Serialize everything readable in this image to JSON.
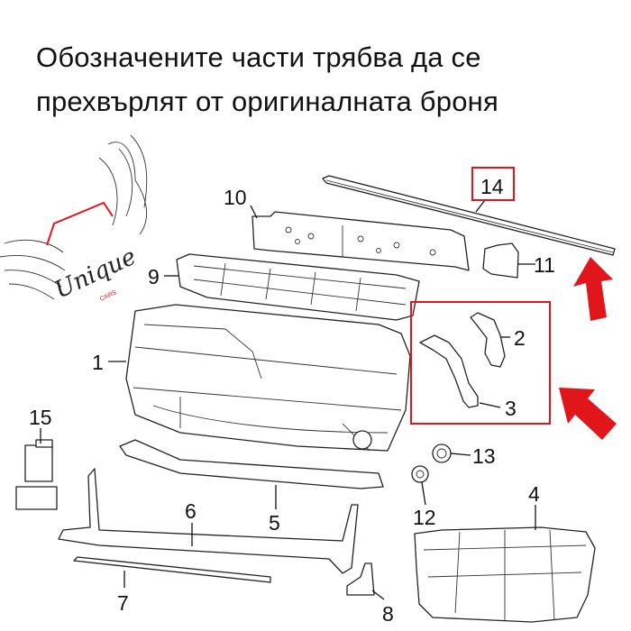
{
  "title": {
    "line1": "Обозначените части трябва да се",
    "line2": "прехвърлят от оригиналната броня"
  },
  "logo": {
    "text": "Unique",
    "subtext": "CARS"
  },
  "callouts": [
    {
      "id": "1",
      "label": "1"
    },
    {
      "id": "2",
      "label": "2"
    },
    {
      "id": "3",
      "label": "3"
    },
    {
      "id": "4",
      "label": "4"
    },
    {
      "id": "5",
      "label": "5"
    },
    {
      "id": "6",
      "label": "6"
    },
    {
      "id": "7",
      "label": "7"
    },
    {
      "id": "8",
      "label": "8"
    },
    {
      "id": "9",
      "label": "9"
    },
    {
      "id": "10",
      "label": "10"
    },
    {
      "id": "11",
      "label": "11"
    },
    {
      "id": "12",
      "label": "12"
    },
    {
      "id": "13",
      "label": "13"
    },
    {
      "id": "14",
      "label": "14"
    },
    {
      "id": "15",
      "label": "15"
    }
  ],
  "highlighted_parts": [
    "2",
    "3",
    "14"
  ],
  "colors": {
    "highlight": "#e0161b",
    "line": "#222222"
  }
}
